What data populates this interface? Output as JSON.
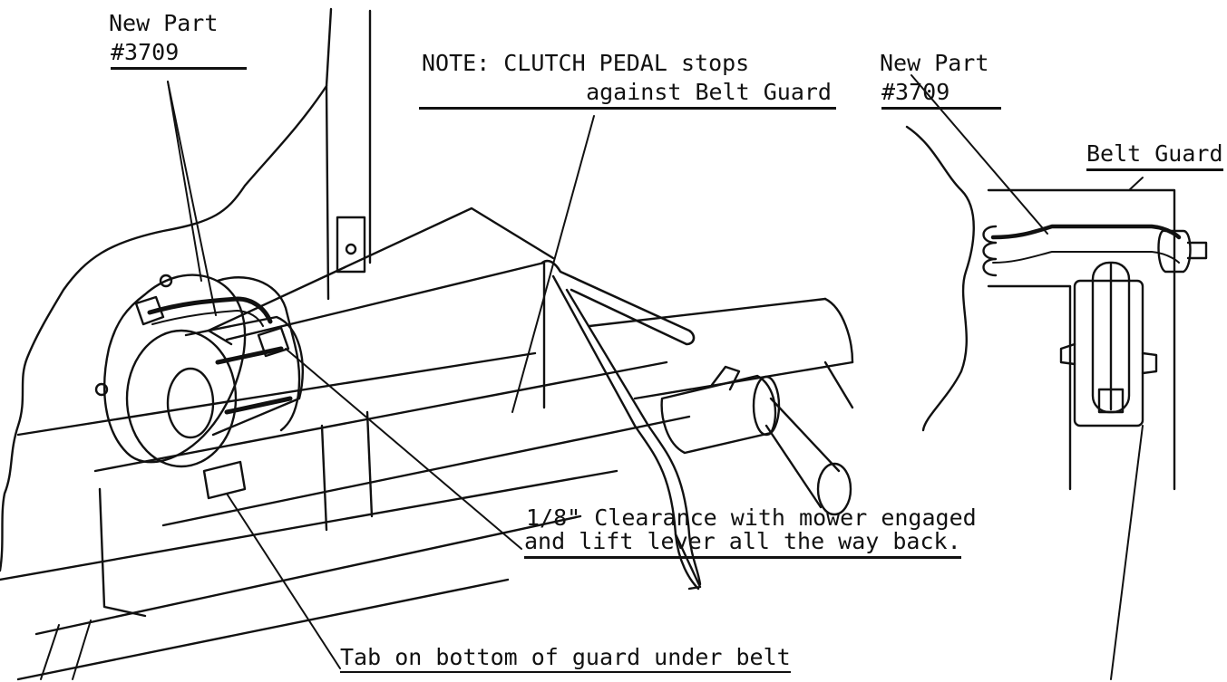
{
  "labels": {
    "left_part_line1": "New Part",
    "left_part_line2": "#3709",
    "note_line1": "NOTE: CLUTCH PEDAL stops",
    "note_line2": "against Belt Guard",
    "right_part_line1": "New Part",
    "right_part_line2": "#3709",
    "belt_guard": "Belt Guard",
    "clearance_line1": "1/8\" Clearance with mower engaged",
    "clearance_line2": "and lift lever all the way back.",
    "tab_note": "Tab on bottom of guard under belt"
  }
}
